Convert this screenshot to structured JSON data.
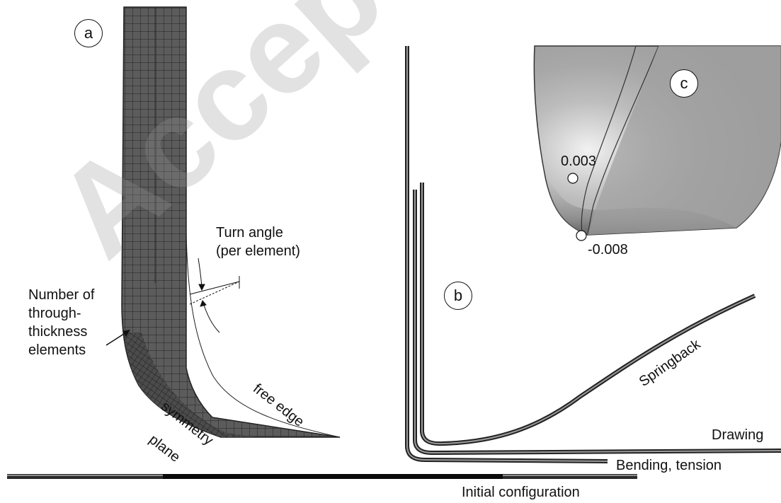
{
  "watermark": "Accepted manuscript",
  "panels": {
    "a": {
      "marker": "a"
    },
    "b": {
      "marker": "b"
    },
    "c": {
      "marker": "c"
    }
  },
  "annotations": {
    "turn_angle": "Turn angle",
    "per_element": "(per element)",
    "number_of_elements": [
      "Number of",
      "through-",
      "thickness",
      "elements"
    ],
    "free_edge": "free edge",
    "symmetry": "symmetry",
    "plane": "plane",
    "springback": "Springback",
    "drawing": "Drawing",
    "bending_tension": "Bending, tension",
    "initial_configuration": "Initial configuration",
    "value_top": "0.003",
    "value_bottom": "-0.008"
  },
  "colors": {
    "mesh_fill": "#5a5a5a",
    "mesh_line": "#1e1e1e",
    "contour_light": "#e6e6e6",
    "contour_dark": "#6a6a6a"
  }
}
